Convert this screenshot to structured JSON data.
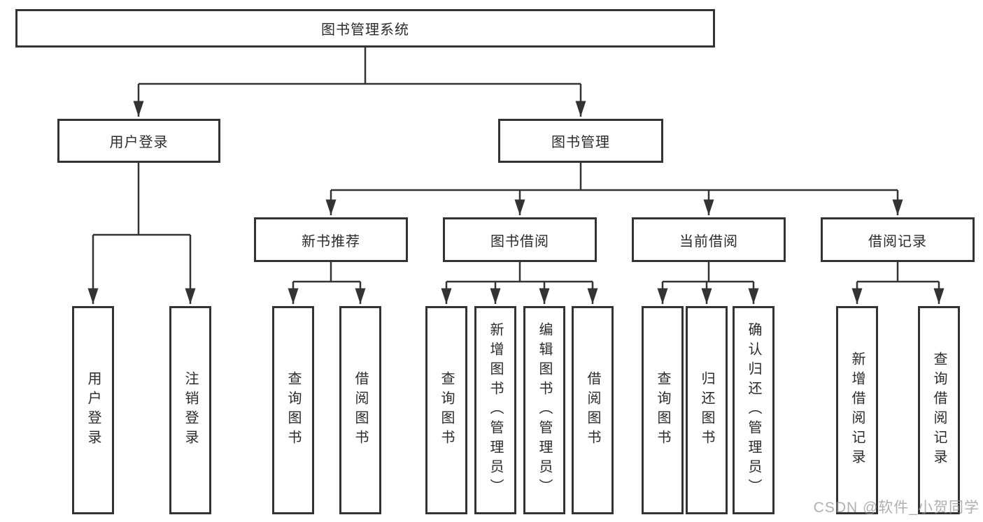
{
  "diagram": {
    "title": "图书管理系统",
    "level2": {
      "user_login": "用户登录",
      "book_mgmt": "图书管理"
    },
    "level3": {
      "new_rec": "新书推荐",
      "borrow": "图书借阅",
      "current": "当前借阅",
      "records": "借阅记录"
    },
    "level4": {
      "user_login": [
        "用户登录",
        "注销登录"
      ],
      "new_rec": [
        "查询图书",
        "借阅图书"
      ],
      "borrow": [
        "查询图书",
        "新增图书（管理员）",
        "编辑图书（管理员）",
        "借阅图书"
      ],
      "current": [
        "查询图书",
        "归还图书",
        "确认归还（管理员）"
      ],
      "records": [
        "新增借阅记录",
        "查询借阅记录"
      ]
    }
  },
  "watermark": "CSDN @软件_小贺同学",
  "colors": {
    "line": "#333333",
    "border": "#333333",
    "text": "#2b2b2b",
    "background": "#ffffff",
    "watermark": "#969696"
  }
}
